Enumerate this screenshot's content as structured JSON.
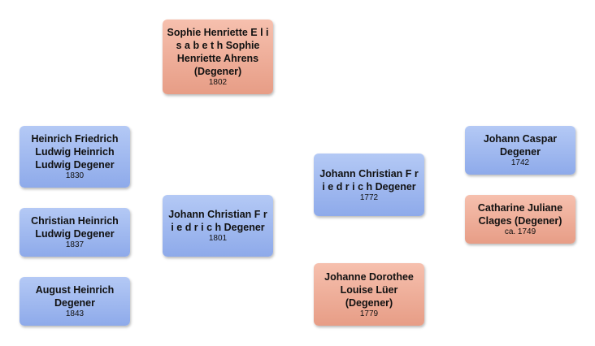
{
  "people": {
    "sophie": {
      "name": "Sophie Henriette E l i s a b e t h Sophie Henriette Ahrens (Degener)",
      "date": "1802"
    },
    "heinrich": {
      "name": "Heinrich Friedrich Ludwig Heinrich Ludwig Degener",
      "date": "1830"
    },
    "christian": {
      "name": "Christian Heinrich Ludwig Degener",
      "date": "1837"
    },
    "august": {
      "name": "August Heinrich Degener",
      "date": "1843"
    },
    "johann_christian_1801": {
      "name": "Johann Christian F r i e d r i c h Degener",
      "date": "1801"
    },
    "johann_christian_1772": {
      "name": "Johann Christian F r i e d r i c h Degener",
      "date": "1772"
    },
    "johanne_dorothee": {
      "name": "Johanne Dorothee Louise Lüer (Degener)",
      "date": "1779"
    },
    "johann_caspar": {
      "name": "Johann Caspar Degener",
      "date": "1742"
    },
    "catharine": {
      "name": "Catharine Juliane Clages (Degener)",
      "date": "ca. 1749"
    }
  },
  "colors": {
    "male": "#9fb8ef",
    "female": "#eea994"
  }
}
